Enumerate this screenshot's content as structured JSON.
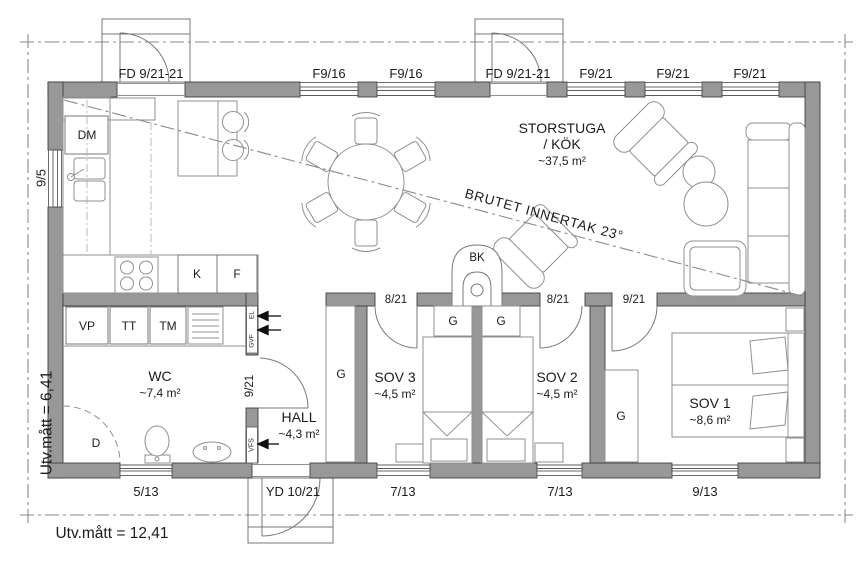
{
  "site": {
    "width_dim": "Utv.mått = 12,41",
    "height_dim": "Utv.mått = 6,41"
  },
  "notes": {
    "ceiling": "BRUTET INNERTAK 23°"
  },
  "rooms": {
    "storstuga_line1": "STORSTUGA",
    "storstuga_line2": "/ KÖK",
    "storstuga_area": "~37,5 m²",
    "wc_name": "WC",
    "wc_area": "~7,4 m²",
    "hall_name": "HALL",
    "hall_area": "~4,3 m²",
    "sov1_name": "SOV 1",
    "sov1_area": "~8,6 m²",
    "sov2_name": "SOV 2",
    "sov2_area": "~4,5 m²",
    "sov3_name": "SOV 3",
    "sov3_area": "~4,5 m²"
  },
  "doors": {
    "front_left": "FD 9/21-21",
    "front_right": "FD 9/21-21",
    "yard": "YD 10/21",
    "wc": "9/21",
    "sov1": "9/21",
    "sov2": "8/21",
    "sov3": "8/21"
  },
  "windows": {
    "kitchen_side": "9/5",
    "top_1": "F9/16",
    "top_2": "F9/16",
    "top_3": "F9/21",
    "top_4": "F9/21",
    "top_5": "F9/21",
    "bottom_wc": "5/13",
    "bottom_sov3": "7/13",
    "bottom_sov2": "7/13",
    "bottom_sov1": "9/13"
  },
  "fixtures": {
    "dishwasher": "DM",
    "fridge": "K",
    "freezer": "F",
    "heat_pump": "VP",
    "dryer": "TT",
    "washer": "TM",
    "shower": "D",
    "fireplace": "BK",
    "wardrobe": "G",
    "el_central": "EL",
    "heating_manifold": "GVF",
    "water_manifold": "VFS"
  }
}
